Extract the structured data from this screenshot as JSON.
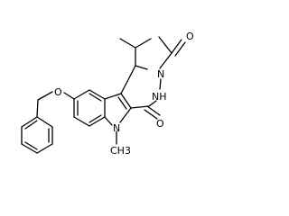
{
  "atoms": {
    "o_ether": "O",
    "o_ketone": "O",
    "o_amide": "O",
    "n_indole": "N",
    "n_ring": "N",
    "nh_ring": "NH"
  },
  "substituents": {
    "indole_n_methyl": "CH3"
  }
}
